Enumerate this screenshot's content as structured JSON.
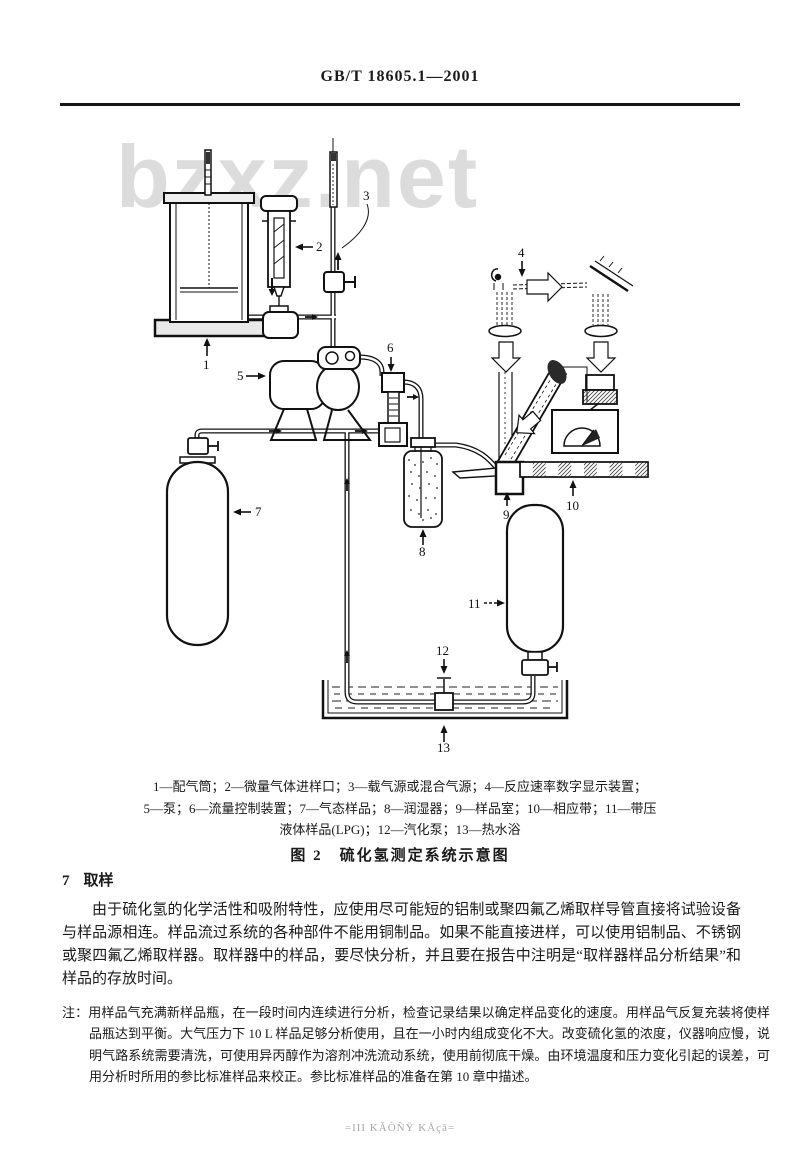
{
  "header": {
    "standard_code": "GB/T 18605.1—2001"
  },
  "watermark": {
    "large_text": "bzxz.net",
    "footer_text": "=III KǍÒÑŸ KÅçā="
  },
  "figure": {
    "labels": [
      "1",
      "2",
      "3",
      "4",
      "5",
      "6",
      "7",
      "8",
      "9",
      "10",
      "11",
      "12",
      "13"
    ],
    "caption_lines": [
      "1—配气筒；2—微量气体进样口；3—载气源或混合气源；4—反应速率数字显示装置；",
      "5—泵；6—流量控制装置；7—气态样品；8—润湿器；9—样品室；10—相应带；11—带压",
      "液体样品(LPG)；12—汽化泵；13—热水浴"
    ],
    "title": "图 2　硫化氢测定系统示意图"
  },
  "section": {
    "number": "7",
    "heading": "取样",
    "paragraph": "由于硫化氢的化学活性和吸附特性，应使用尽可能短的铝制或聚四氟乙烯取样导管直接将试验设备与样品源相连。样品流过系统的各种部件不能用铜制品。如果不能直接进样，可以使用铝制品、不锈钢或聚四氟乙烯取样器。取样器中的样品，要尽快分析，并且要在报告中注明是“取样器样品分析结果”和样品的存放时间。",
    "note_label": "注：",
    "note_text": "用样品气充满新样品瓶，在一段时间内连续进行分析，检查记录结果以确定样品变化的速度。用样品气反复充装将使样品瓶达到平衡。大气压力下 10 L 样品足够分析使用，且在一小时内组成变化不大。改变硫化氢的浓度，仪器响应慢，说明气路系统需要清洗，可使用异丙醇作为溶剂冲洗流动系统，使用前彻底干燥。由环境温度和压力变化引起的误差，可用分析时所用的参比标准样品来校正。参比标准样品的准备在第 10 章中描述。"
  }
}
